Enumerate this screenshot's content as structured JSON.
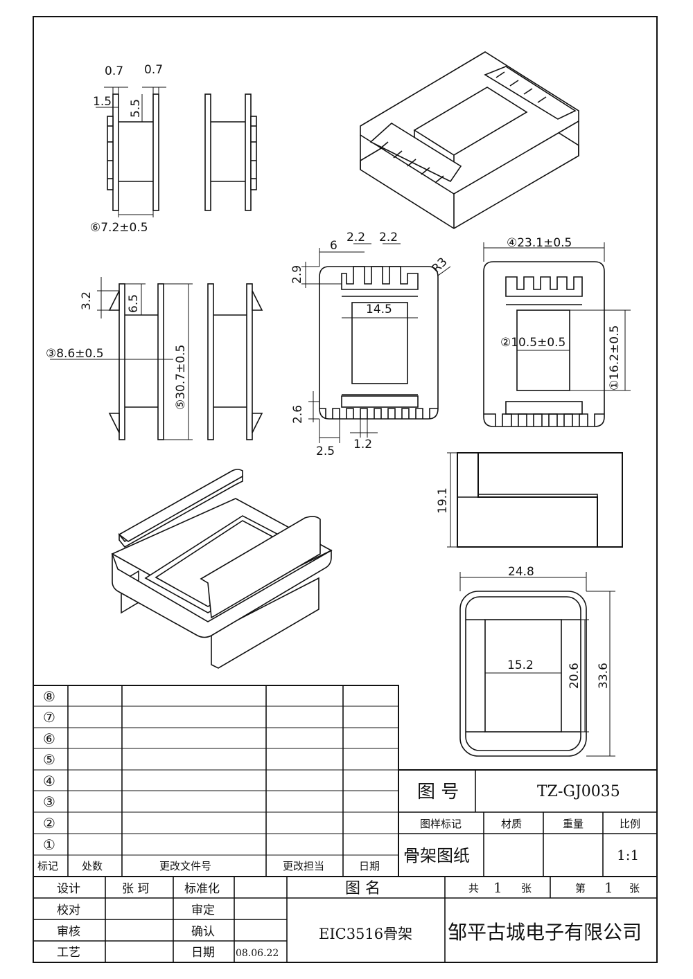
{
  "dimensions": {
    "side_view_1": {
      "d1": "0.7",
      "d2": "0.7",
      "d3": "1.5",
      "d4": "5.5",
      "d5": "⑥7.2±0.5"
    },
    "front_view": {
      "d1": "3.2",
      "d2": "6.5",
      "d3": "③8.6±0.5",
      "d4": "⑤30.7±0.5"
    },
    "top_view": {
      "d1": "6",
      "d2": "2.2",
      "d3": "2.2",
      "d4": "2.9",
      "d5": "R3",
      "d6": "14.5",
      "d7": "2.6",
      "d8": "2.5",
      "d9": "1.2"
    },
    "base_view": {
      "d1": "④23.1±0.5",
      "d2": "②10.5±0.5",
      "d3": "①16.2±0.5"
    },
    "step_view": {
      "d1": "19.1"
    },
    "frame_view": {
      "d1": "24.8",
      "d2": "15.2",
      "d3": "20.6",
      "d4": "33.6"
    }
  },
  "revision_table": {
    "row_marks": [
      "⑧",
      "⑦",
      "⑥",
      "⑤",
      "④",
      "③",
      "②",
      "①"
    ],
    "headers": [
      "标记",
      "处数",
      "更改文件号",
      "更改担当",
      "日期"
    ]
  },
  "title_block": {
    "drawing_no_label": "图 号",
    "drawing_no_value": "TZ-GJ0035",
    "mark_label": "图样标记",
    "material_label": "材质",
    "weight_label": "重量",
    "scale_label": "比例",
    "sheet_type": "骨架图纸",
    "scale_value": "1:1",
    "design_label": "设计",
    "designer": "张 珂",
    "standard_label": "标准化",
    "check_label": "校对",
    "approve_label": "审定",
    "review_label": "审核",
    "confirm_label": "确认",
    "process_label": "工艺",
    "date_label": "日期",
    "date_value": "08.06.22",
    "name_label": "图 名",
    "name_value": "EIC3516骨架",
    "total_prefix": "共",
    "total_value": "1",
    "total_suffix": "张",
    "page_prefix": "第",
    "page_value": "1",
    "page_suffix": "张",
    "company": "邹平古城电子有限公司"
  }
}
